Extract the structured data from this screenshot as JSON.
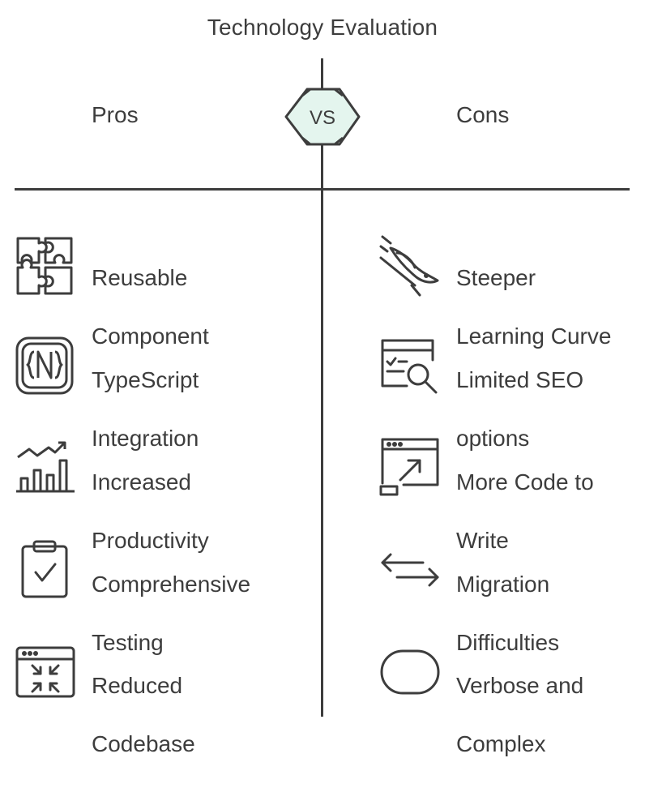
{
  "title": "Technology Evaluation",
  "pros_label": "Pros",
  "cons_label": "Cons",
  "vs_label": "VS",
  "colors": {
    "ink": "#3d3d3d",
    "vs_fill": "#e4f5ee"
  },
  "pros": [
    {
      "line1": "Reusable",
      "line2": "Component",
      "icon": "puzzle-icon"
    },
    {
      "line1": "TypeScript",
      "line2": "Integration",
      "icon": "typescript-icon"
    },
    {
      "line1": "Increased",
      "line2": "Productivity",
      "icon": "growth-chart-icon"
    },
    {
      "line1": "Comprehensive",
      "line2": "Testing",
      "icon": "clipboard-check-icon"
    },
    {
      "line1": "Reduced",
      "line2": "Codebase",
      "icon": "compress-window-icon"
    }
  ],
  "cons": [
    {
      "line1": "Steeper",
      "line2": "Learning Curve",
      "icon": "diving-bird-icon"
    },
    {
      "line1": "Limited SEO",
      "line2": "options",
      "icon": "seo-search-window-icon"
    },
    {
      "line1": "More Code to",
      "line2": "Write",
      "icon": "expand-window-icon"
    },
    {
      "line1": "Migration",
      "line2": "Difficulties",
      "icon": "bidirectional-arrows-icon"
    },
    {
      "line1": "Verbose and",
      "line2": "Complex",
      "icon": "rounded-rectangle-icon"
    }
  ]
}
